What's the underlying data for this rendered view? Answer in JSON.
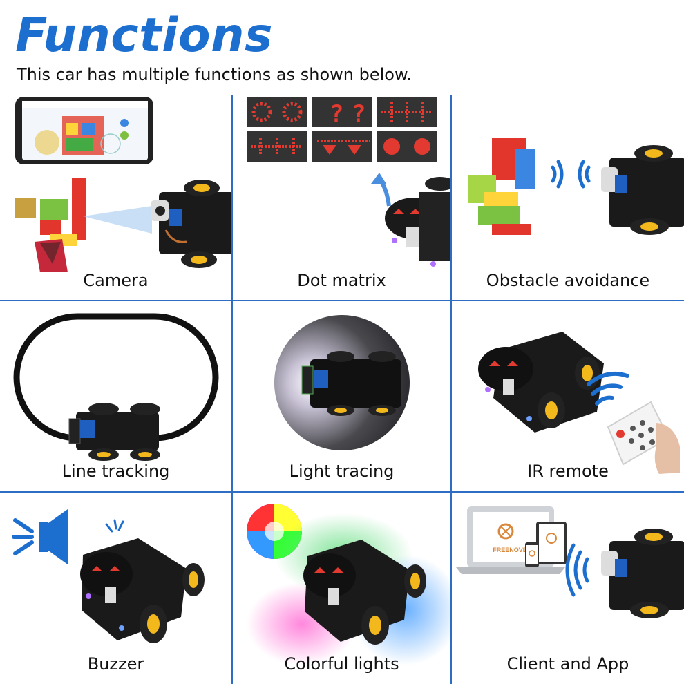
{
  "header": {
    "title": "Functions",
    "subtitle": "This car has multiple functions as shown below."
  },
  "functions": [
    {
      "label": "Camera"
    },
    {
      "label": "Dot matrix"
    },
    {
      "label": "Obstacle avoidance"
    },
    {
      "label": "Line tracking"
    },
    {
      "label": "Light tracing"
    },
    {
      "label": "IR remote"
    },
    {
      "label": "Buzzer"
    },
    {
      "label": "Colorful lights"
    },
    {
      "label": "Client and App"
    }
  ],
  "logo": {
    "text": "FREENOVE"
  },
  "colors": {
    "title": "#1d6fcf",
    "grid_lines": "#2d6ec4",
    "signal_waves": "#1d6fcf",
    "matrix_led": "#e23a30",
    "car_body": "#1a1a1a",
    "wheel_hub": "#f2b81c"
  }
}
